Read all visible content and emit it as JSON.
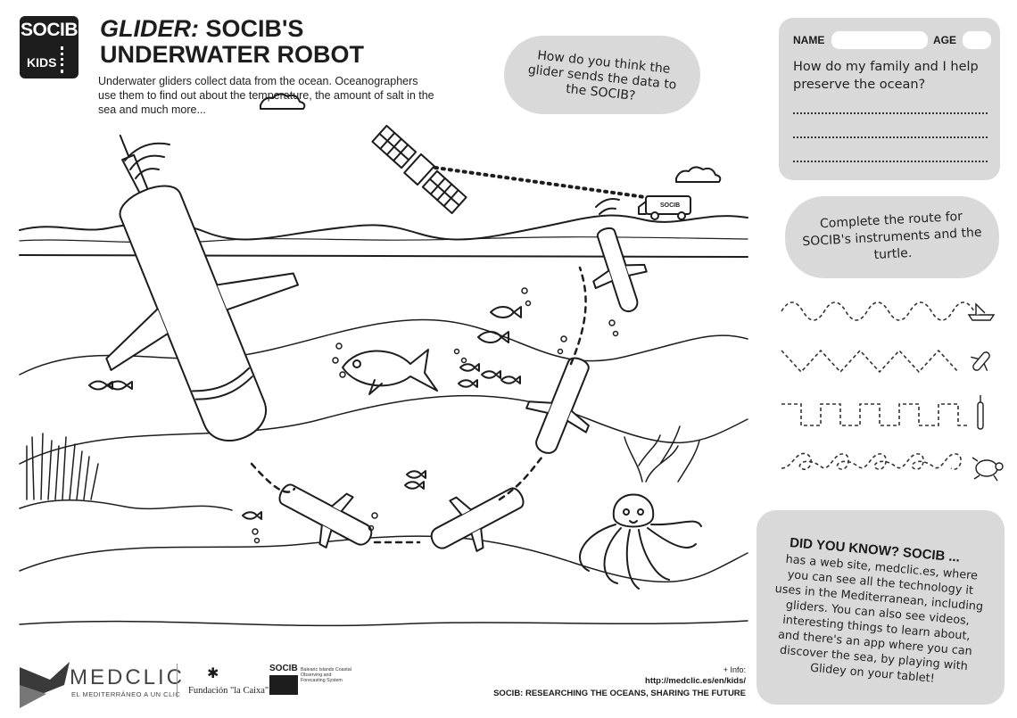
{
  "logo": {
    "line1": "SOCIB",
    "line2": "KIDS"
  },
  "title": {
    "prefix": "GLIDER:",
    "line1_rest": " SOCIB'S",
    "line2": "UNDERWATER ROBOT"
  },
  "intro": "Underwater gliders collect data from the ocean. Oceanographers use them to find out about the temperature, the amount of salt in the sea and much more...",
  "question_bubble": "How do you think the glider sends the data to the SOCIB?",
  "van_label": "SOCIB",
  "form": {
    "name_label": "NAME",
    "age_label": "AGE",
    "question": "How do my family and I help preserve the ocean?"
  },
  "route_prompt": "Complete the route for SOCIB's instruments and the turtle.",
  "did_you_know": {
    "title": "DID YOU KNOW? SOCIB ...",
    "body": "has a web site, medclic.es, where you can see all the technology it uses in the Mediterranean, including gliders. You can also see videos, interesting things to learn about, and there's an app where you can discover the sea, by playing with Glidey on your tablet!"
  },
  "footer": {
    "medclic": "MEDCLIC",
    "medclic_tagline": "EL MEDITERRÁNEO A UN CLIC",
    "fundacion": "Fundación \"la Caixa\"",
    "socib": "SOCIB",
    "socib_desc": "Balearic Islands Coastal Observing and Forecasting System",
    "info_label": "+ Info:",
    "info_url": "http://medclic.es/en/kids/",
    "motto": "SOCIB: RESEARCHING THE OCEANS, SHARING THE FUTURE"
  },
  "colors": {
    "panel_gray": "#d9d9d9",
    "ink": "#1d1d1d"
  }
}
